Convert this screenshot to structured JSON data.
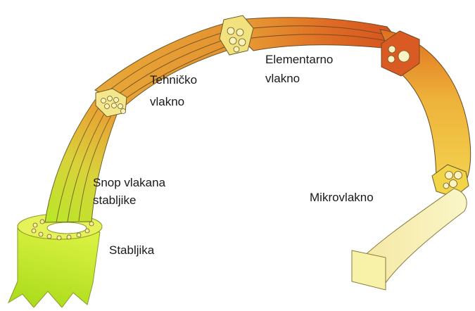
{
  "labels": {
    "stem": "Stabljika",
    "bundle_line1": "Snop vlakana",
    "bundle_line2": "stabljike",
    "technical_line1": "Tehničko",
    "technical_line2": "vlakno",
    "elementary_line1": "Elementarno",
    "elementary_line2": "vlakno",
    "microfibril": "Mikrovlakno"
  },
  "colors": {
    "stem_green": "#b4e61e",
    "light_green": "#dcf03c",
    "yellow": "#f0c83c",
    "orange": "#e68c28",
    "red_orange": "#d2501e",
    "pale_yellow": "#faf5b4",
    "outline": "#6e5a28"
  }
}
